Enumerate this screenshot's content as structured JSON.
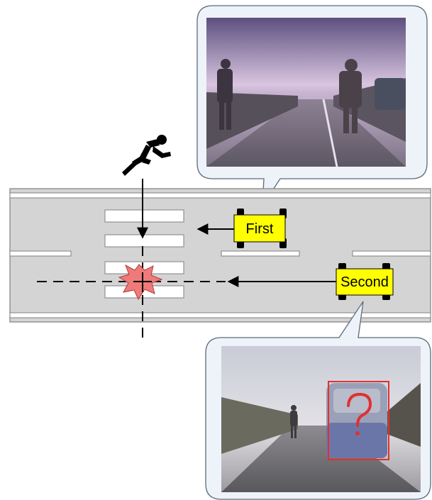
{
  "cars": {
    "first": {
      "label": "First",
      "color": "#ffff00"
    },
    "second": {
      "label": "Second",
      "color": "#ffff00"
    }
  },
  "icons": {
    "pedestrian": "running-person-icon",
    "collision": "explosion-star-icon",
    "unknown": "question-mark-icon"
  },
  "colors": {
    "road": "#d4d4d4",
    "road_edge": "#808080",
    "lane_marking": "#ffffff",
    "collision": "#ef7a7a",
    "detection_box": "#e03030",
    "callout_bg": "#eef3fa",
    "callout_border": "#5a6a7a"
  },
  "views": {
    "first_camera": "first-car-camera-view",
    "second_camera": "second-car-camera-view"
  }
}
